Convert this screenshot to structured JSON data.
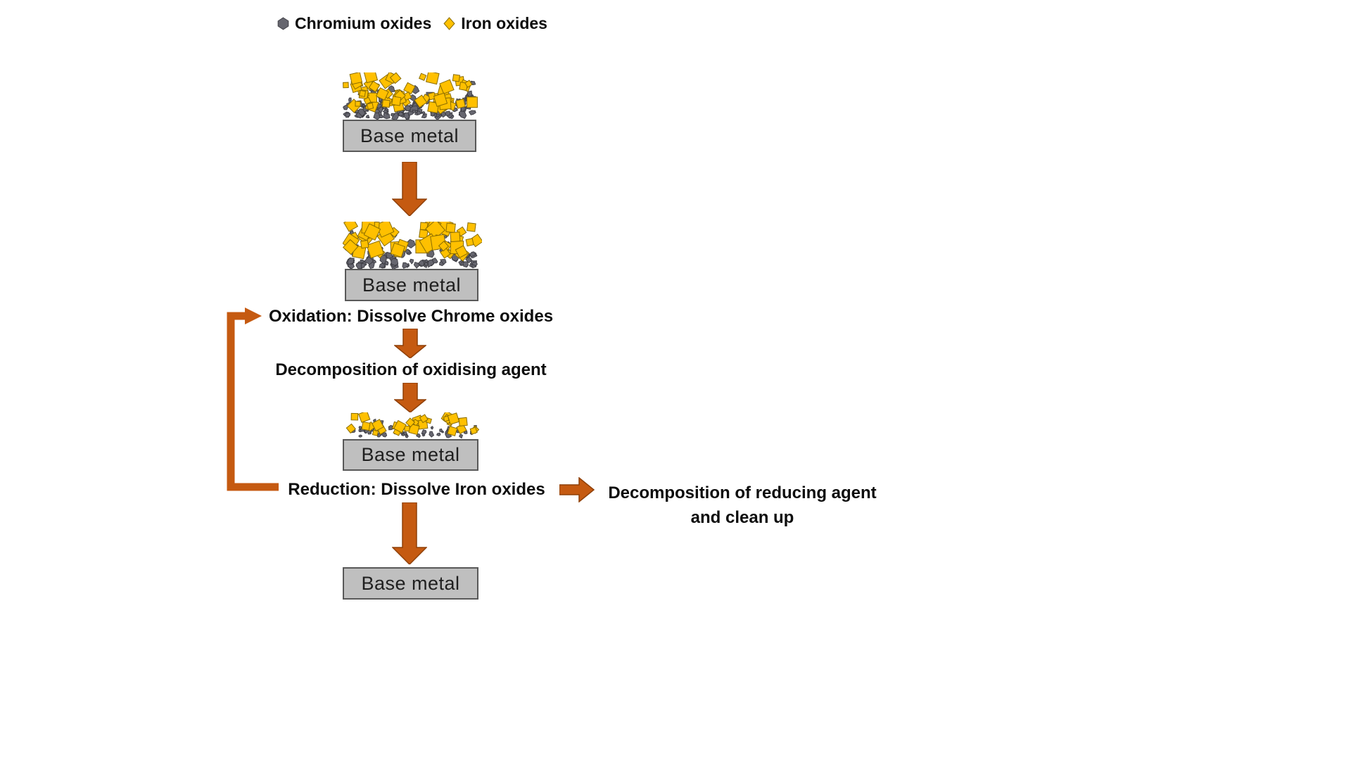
{
  "legend": {
    "items": [
      {
        "label": "Chromium oxides",
        "icon": "chromium-oxide-icon",
        "color": "#66666f"
      },
      {
        "label": "Iron oxides",
        "icon": "iron-oxide-icon",
        "color": "#FFC000"
      }
    ]
  },
  "stages": [
    {
      "label": "Base metal"
    },
    {
      "label": "Base metal"
    },
    {
      "label": "Base metal"
    },
    {
      "label": "Base metal"
    }
  ],
  "steps": {
    "oxidation": "Oxidation: Dissolve Chrome oxides",
    "decomposition_oxidising": "Decomposition of oxidising agent",
    "reduction": "Reduction: Dissolve Iron oxides",
    "decomposition_reducing_line1": "Decomposition of reducing agent",
    "decomposition_reducing_line2": "and clean up"
  },
  "colors": {
    "arrow": "#C55A11",
    "arrowEdge": "#8F4009",
    "boxFill": "#BFBFBF",
    "boxBorder": "#595959",
    "chromium": "#66666f",
    "chromiumEdge": "#37373d",
    "iron": "#FFC000",
    "ironEdge": "#8a6d00"
  }
}
